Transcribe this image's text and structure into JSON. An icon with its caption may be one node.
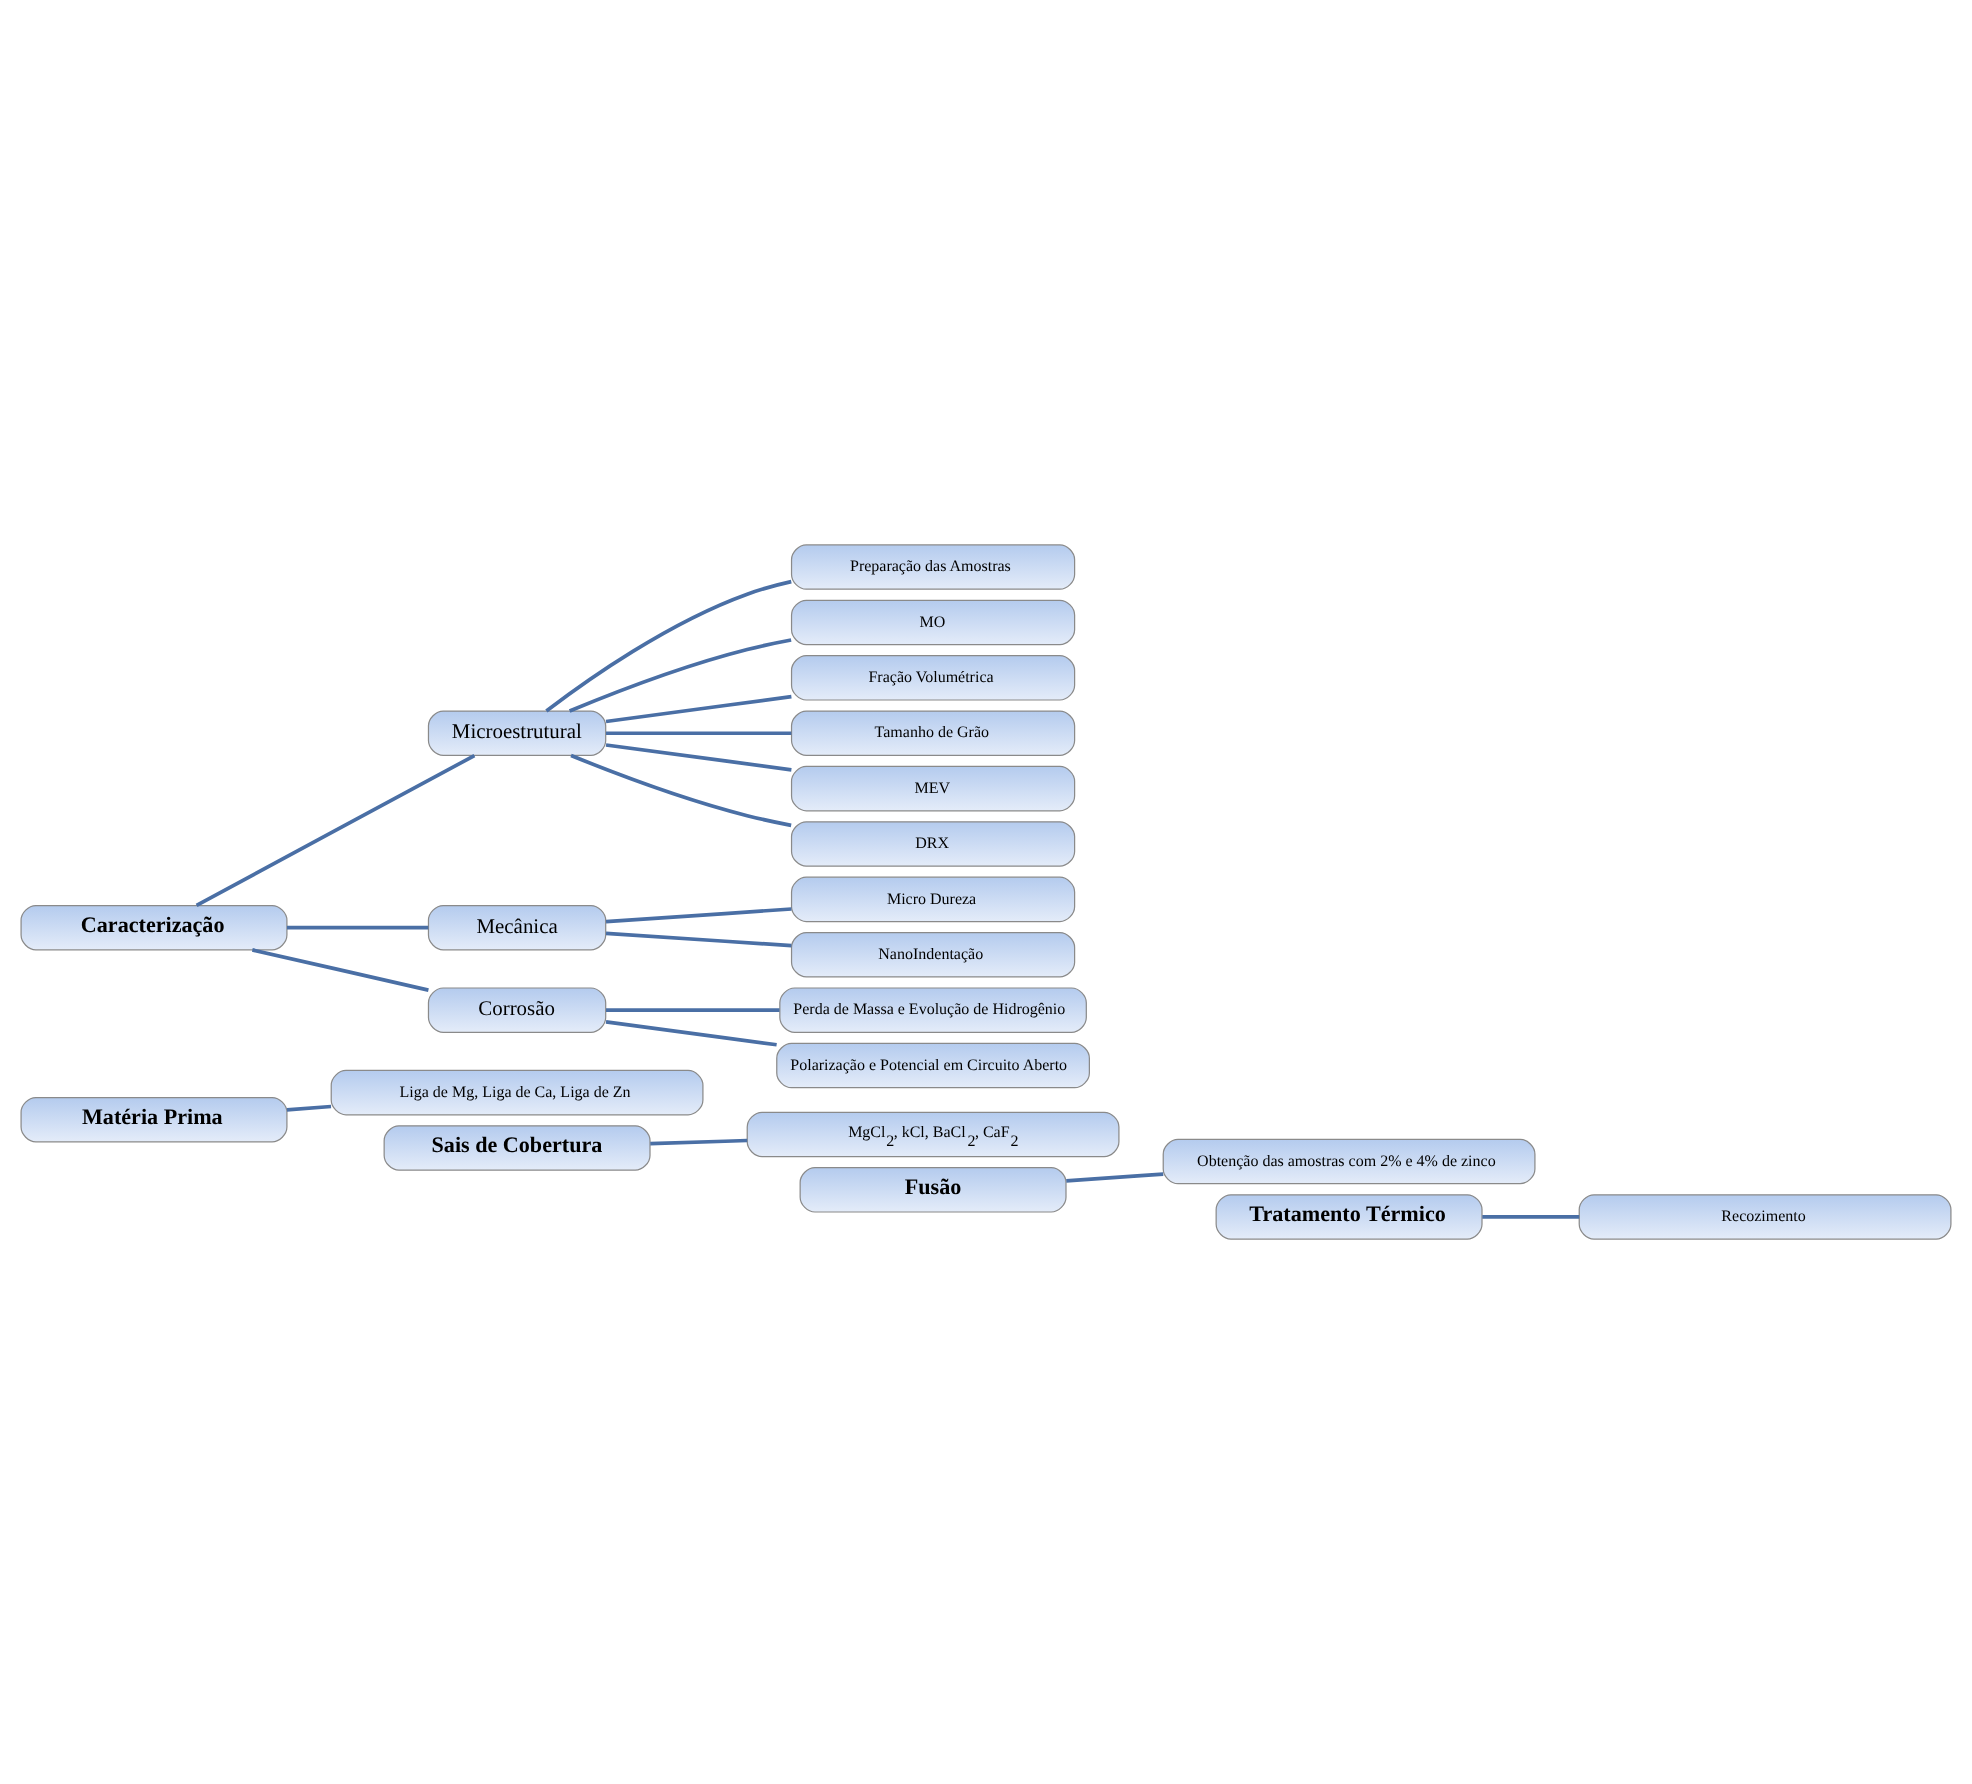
{
  "diagram": {
    "nodes": [
      {
        "text": [
          "Matéria Prima"
        ]
      },
      {
        "text": [
          "Liga de Mg, Liga de Ca, Liga de Zn"
        ]
      },
      {
        "text": [
          "Sais de Cobertura"
        ]
      },
      {
        "text": [
          "MgCl$_{2}$, kCl, BaCl$_{2}$, CaF$_{2}$"
        ]
      },
      {
        "text": [
          "Fusão"
        ]
      },
      {
        "text": [
          "Obtenção das amostras com 2% e 4% de zinco"
        ]
      },
      {
        "text": [
          "Tratamento Térmico"
        ]
      },
      {
        "text": [
          "Recozimento"
        ]
      },
      {
        "text": [
          "Caracterização"
        ]
      },
      {
        "text": [
          "Microestrutural"
        ]
      },
      {
        "text": [
          "Preparação das Amostras"
        ]
      },
      {
        "text": [
          "MO"
        ]
      },
      {
        "text": [
          "Fração Volumétrica"
        ]
      },
      {
        "text": [
          "Tamanho de Grão"
        ]
      },
      {
        "text": [
          "MEV"
        ]
      },
      {
        "text": [
          "DRX"
        ]
      },
      {
        "text": [
          "Mecânica"
        ]
      },
      {
        "text": [
          "Micro Dureza"
        ]
      },
      {
        "text": [
          "NanoIndentação"
        ]
      },
      {
        "text": [
          "Corrosão"
        ]
      },
      {
        "text": [
          "Perda de Massa e Evolução de Hidrogênio"
        ]
      },
      {
        "text": [
          "Polarização e Potencial em Circuito Aberto"
        ]
      }
    ],
    "edges": [
      {
        "from": 0,
        "to": 1,
        "arrow": "none"
      },
      {
        "from": 2,
        "to": 3,
        "arrow": "none"
      },
      {
        "from": 4,
        "to": 5,
        "arrow": "none"
      },
      {
        "from": 6,
        "to": 7,
        "arrow": "none"
      },
      {
        "from": 8,
        "to": 9,
        "arrow": "none"
      },
      {
        "from": 8,
        "to": 16,
        "arrow": "none"
      },
      {
        "from": 8,
        "to": 19,
        "arrow": "none"
      },
      {
        "from": 9,
        "to": 10,
        "arrow": "none"
      },
      {
        "from": 9,
        "to": 11,
        "arrow": "none"
      },
      {
        "from": 9,
        "to": 12,
        "arrow": "none"
      },
      {
        "from": 9,
        "to": 13,
        "arrow": "none"
      },
      {
        "from": 9,
        "to": 14,
        "arrow": "none"
      },
      {
        "from": 9,
        "to": 15,
        "arrow": "none"
      },
      {
        "from": 16,
        "to": 17,
        "arrow": "none"
      },
      {
        "from": 16,
        "to": 18,
        "arrow": "none"
      },
      {
        "from": 19,
        "to": 20,
        "arrow": "none"
      },
      {
        "from": 19,
        "to": 21,
        "arrow": "none"
      }
    ]
  }
}
